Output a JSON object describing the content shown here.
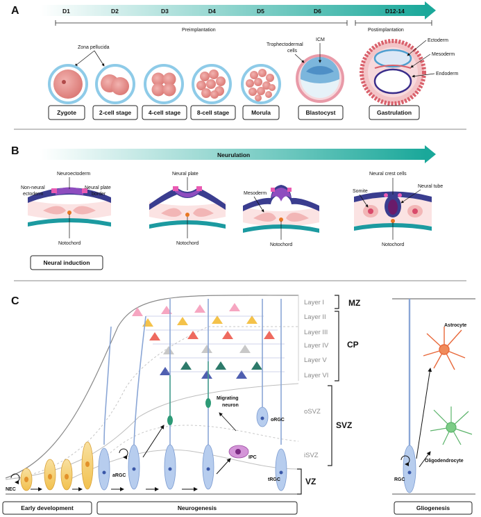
{
  "panelA": {
    "letter": "A",
    "days": [
      "D1",
      "D2",
      "D3",
      "D4",
      "D5",
      "D6",
      "D12-14"
    ],
    "preimplantation": "Preimplantation",
    "postimplantation": "Postimplantation",
    "zona_pellucida": "Zona pellucida",
    "icm": "ICM",
    "trophectodermal_1": "Trophectodermal",
    "trophectodermal_2": "cells",
    "ectoderm": "Ectoderm",
    "mesoderm": "Mesoderm",
    "endoderm": "Endoderm",
    "stages": [
      "Zygote",
      "2-cell stage",
      "4-cell stage",
      "8-cell stage",
      "Morula",
      "Blastocyst",
      "Gastrulation"
    ]
  },
  "panelB": {
    "letter": "B",
    "arrow_label": "Neurulation",
    "neuroectoderm": "Neuroectoderm",
    "non_neural_1": "Non-neural",
    "non_neural_2": "ectoderm",
    "plate_border_1": "Neural plate",
    "plate_border_2": "border",
    "neural_plate": "Neural plate",
    "mesoderm": "Mesoderm",
    "neural_crest": "Neural crest cells",
    "somite": "Somite",
    "neural_tube": "Neural tube",
    "notochord": "Notochord",
    "neural_induction": "Neural induction"
  },
  "panelC": {
    "letter": "C",
    "layers": [
      "Layer I",
      "Layer II",
      "Layer III",
      "Layer IV",
      "Layer V",
      "Layer VI"
    ],
    "mz": "MZ",
    "cp": "CP",
    "osvz": "oSVZ",
    "isvz": "iSVZ",
    "svz": "SVZ",
    "vz": "VZ",
    "migrating_1": "Migrating",
    "migrating_2": "neuron",
    "orgc": "oRGC",
    "ipc": "IPC",
    "argc": "aRGC",
    "trgc": "tRGC",
    "nec": "NEC",
    "astrocyte": "Astrocyte",
    "oligodendrocyte": "Oligodendrocyte",
    "rgc": "RGC",
    "early_development": "Early development",
    "neurogenesis": "Neurogenesis",
    "gliogenesis": "Gliogenesis"
  },
  "colors": {
    "timeline_start": "#ffffff",
    "timeline_end": "#1aa89a",
    "cell_pink": "#e8908f",
    "zona_blue": "#8ecbe8",
    "neural_purple": "#6b3fa0",
    "rgc_blue": "#9ab8e0",
    "nec_yellow": "#f2c14e"
  }
}
